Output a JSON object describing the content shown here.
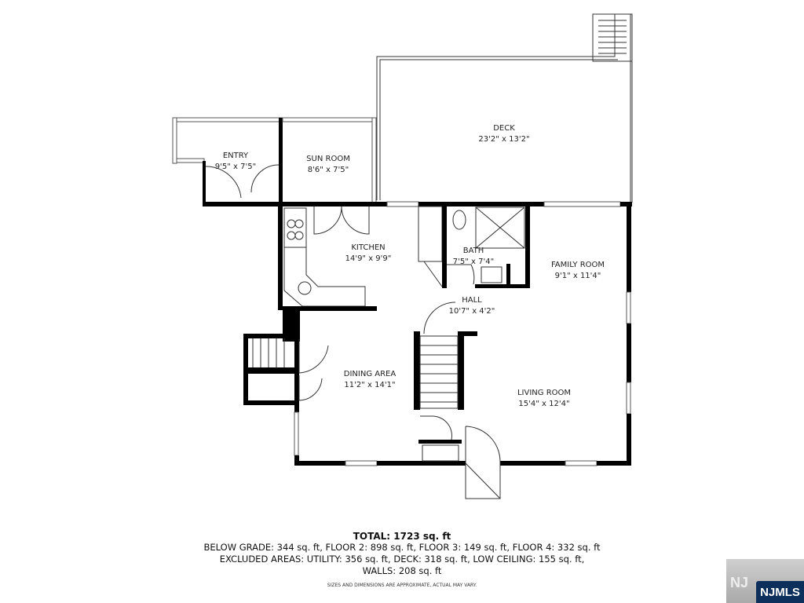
{
  "rooms": {
    "deck": {
      "name": "DECK",
      "size": "23'2\" x 13'2\""
    },
    "entry": {
      "name": "ENTRY",
      "size": "9'5\" x 7'5\""
    },
    "sun_room": {
      "name": "SUN ROOM",
      "size": "8'6\" x 7'5\""
    },
    "kitchen": {
      "name": "KITCHEN",
      "size": "14'9\" x 9'9\""
    },
    "bath": {
      "name": "BATH",
      "size": "7'5\" x 7'4\""
    },
    "family_room": {
      "name": "FAMILY ROOM",
      "size": "9'1\" x 11'4\""
    },
    "hall": {
      "name": "HALL",
      "size": "10'7\" x 4'2\""
    },
    "dining_area": {
      "name": "DINING AREA",
      "size": "11'2\" x 14'1\""
    },
    "living_room": {
      "name": "LIVING ROOM",
      "size": "15'4\" x 12'4\""
    }
  },
  "summary": {
    "total": "TOTAL: 1723 sq. ft",
    "floors": "BELOW GRADE: 344 sq. ft, FLOOR 2: 898 sq. ft, FLOOR 3: 149 sq. ft, FLOOR 4: 332 sq. ft",
    "excluded": "EXCLUDED AREAS: UTILITY: 356 sq. ft, DECK: 318 sq. ft, LOW CEILING: 155 sq. ft,",
    "walls": "WALLS: 208 sq. ft",
    "disclaimer": "SIZES AND DIMENSIONS ARE APPROXIMATE, ACTUAL MAY VARY."
  },
  "watermark": {
    "text": "NJMLS",
    "color": "#0d2f5c"
  }
}
